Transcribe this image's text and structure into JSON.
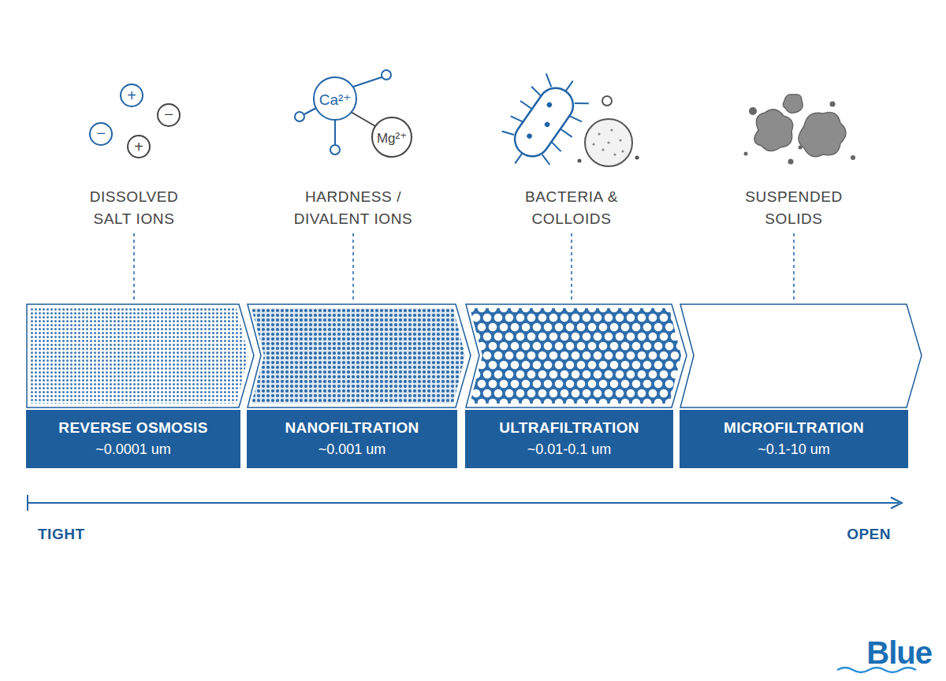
{
  "diagram": {
    "nodes": [
      {
        "text": [
          "REVERSE OSMOSIS",
          "~0.0001 um"
        ]
      },
      {
        "text": [
          "NANOFILTRATION",
          "~0.001 um"
        ]
      },
      {
        "text": [
          "ULTRAFILTRATION",
          "~0.01-0.1 um"
        ]
      },
      {
        "text": [
          "MICROFILTRATION",
          "~0.1-10 um"
        ]
      }
    ],
    "labels": [
      "+",
      "−",
      "−",
      "+",
      "Ca²⁺",
      "Mg²⁺",
      "DISSOLVED SALT IONS",
      "HARDNESS / DIVALENT IONS",
      "BACTERIA & COLLOIDS",
      "SUSPENDED SOLIDS",
      "TIGHT",
      "OPEN",
      "Blue"
    ]
  }
}
